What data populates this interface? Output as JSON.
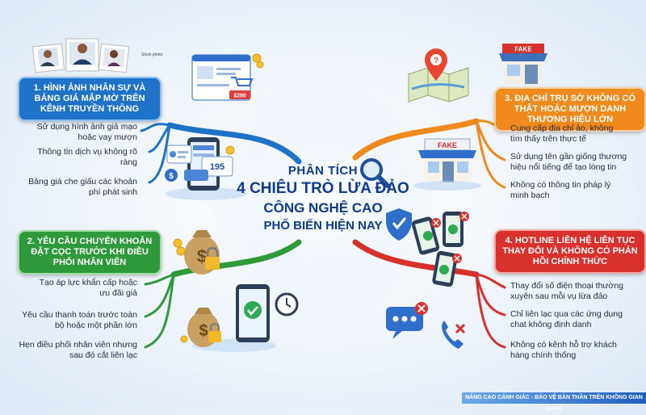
{
  "title": {
    "line1": "PHÂN TÍCH",
    "line2": "4 CHIÊU TRÒ LỪA ĐẢO",
    "line3": "CÔNG NGHỆ CAO",
    "line4": "PHỔ BIẾN HIỆN NAY"
  },
  "branches": [
    {
      "heading": "1. Hình ảnh nhân sự và bảng giá mập mờ trên kênh truyền thông",
      "color": "#1e73c8",
      "items": [
        "Sử dụng hình ảnh giả mạo hoặc vay mượn",
        "Thông tin dịch vụ không rõ ràng",
        "Bảng giá che giấu các khoản phí phát sinh"
      ]
    },
    {
      "heading": "2. Yêu cầu chuyển khoản đặt cọc trước khi điều phối nhân viên",
      "color": "#2e9a3a",
      "items": [
        "Tạo áp lực khẩn cấp hoặc ưu đãi giả",
        "Yêu cầu thanh toán trước toàn bộ hoặc một phần lớn",
        "Hẹn điều phối nhân viên nhưng sau đó cắt liên lạc"
      ]
    },
    {
      "heading": "3. Địa chỉ trụ sở không có thật hoặc mượn danh thương hiệu lớn",
      "color": "#f08a1c",
      "items": [
        "Cung cấp địa chỉ ảo, không tìm thấy trên thực tế",
        "Sử dụng tên gần giống thương hiệu nổi tiếng để tạo lòng tin",
        "Không có thông tin pháp lý minh bạch"
      ]
    },
    {
      "heading": "4. Hotline liên hệ liên tục thay đổi và không có phản hồi chính thức",
      "color": "#d8312c",
      "items": [
        "Thay đổi số điện thoại thường xuyên sau mỗi vụ lừa đảo",
        "Chỉ liên lạc qua các ứng dụng chat không định danh",
        "Không có kênh hỗ trợ khách hàng chính thống"
      ]
    }
  ],
  "icons": {
    "fake_label": "FAKE",
    "price_label": "$290",
    "number_label": "195",
    "stock_label": "Stock photo",
    "dollar": "$"
  },
  "footer": "NÂNG CAO CẢNH GIÁC - BẢO VỆ BẢN THÂN TRÊN KHÔNG GIAN MẠNG"
}
